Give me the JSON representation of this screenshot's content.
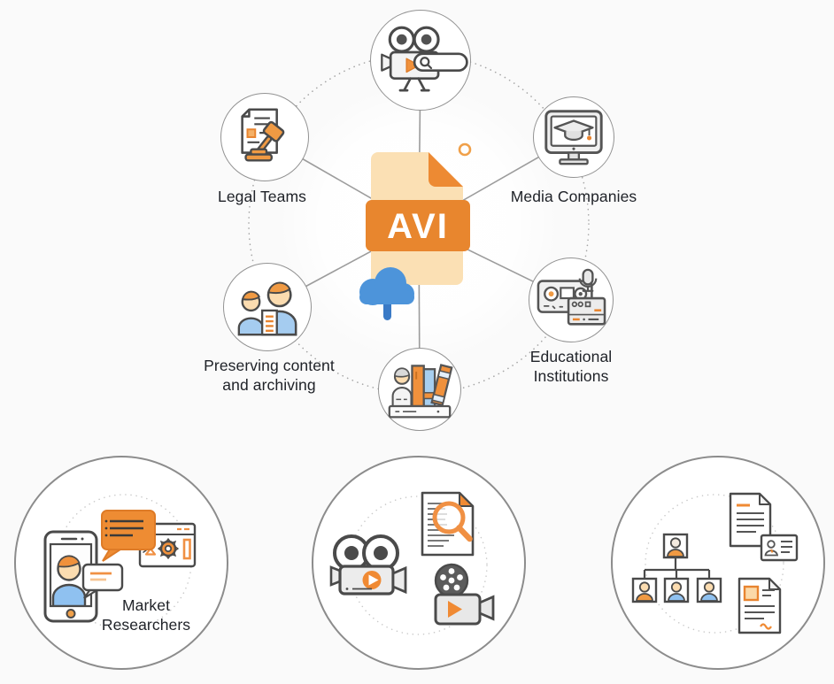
{
  "palette": {
    "background": "#fafafa",
    "accent_orange": "#E8862E",
    "accent_orange_light": "#F0913C",
    "peach_document": "#FBE0B4",
    "cloud_blue": "#4D94DA",
    "cloud_stem_blue": "#3A7AC6",
    "outline_gray": "#4a4a4a",
    "circle_border": "#8f8f8f",
    "wire_gray": "#9c9c9c",
    "label_text": "#202329",
    "shirt_blue": "#A5CCF0",
    "skin": "#FBDCB0"
  },
  "center": {
    "file_label": "AVI",
    "icons": [
      "avi-file-icon",
      "download-cloud-icon",
      "accent-ring-icon"
    ]
  },
  "hub": {
    "nodes": [
      {
        "id": "video-search",
        "icon": "movie-camera-search-icon"
      },
      {
        "id": "legal-teams",
        "icon": "document-gavel-icon"
      },
      {
        "id": "media-companies",
        "icon": "monitor-graduation-cap-icon"
      },
      {
        "id": "preserving-archiving",
        "icon": "people-document-icon"
      },
      {
        "id": "educational-institutions",
        "icon": "recorder-microphone-icon"
      },
      {
        "id": "library",
        "icon": "person-bookshelf-icon"
      }
    ]
  },
  "labels": {
    "legal": "Legal Teams",
    "media": "Media Companies",
    "preserving_line1": "Preserving content",
    "preserving_line2": "and archiving",
    "educational_line1": "Educational",
    "educational_line2": "Institutions",
    "market_line1": "Market",
    "market_line2": "Researchers"
  },
  "bottom": {
    "nodes": [
      {
        "id": "market-researchers",
        "icon": "phone-chat-browser-icon"
      },
      {
        "id": "video-production",
        "icon": "camera-document-projector-icon"
      },
      {
        "id": "team-documents",
        "icon": "org-chart-documents-icon"
      }
    ]
  }
}
